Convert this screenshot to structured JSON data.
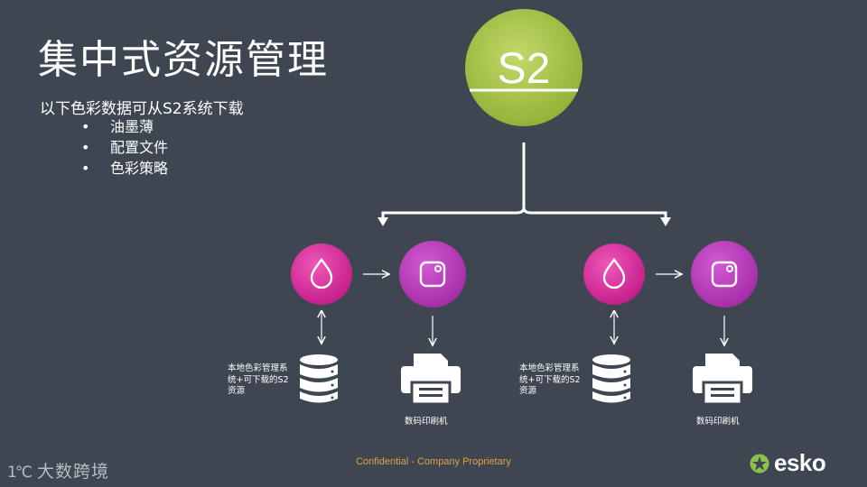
{
  "slide": {
    "title": "集中式资源管理",
    "intro": "以下色彩数据可从S2系统下载",
    "bullets": [
      {
        "marker": "•",
        "text": "油墨薄"
      },
      {
        "marker": "•",
        "text": "配置文件"
      },
      {
        "marker": "•",
        "text": "色彩策略"
      }
    ]
  },
  "diagram": {
    "server_label": "S2",
    "server_color": "#a6c444",
    "node_color": "#d62a9a",
    "left": {
      "db_caption": [
        "本地色彩管理系",
        "统+可下载的S2",
        "资源"
      ],
      "printer_caption": "数码印刷机"
    },
    "right": {
      "db_caption": [
        "本地色彩管理系",
        "统+可下载的S2",
        "资源"
      ],
      "printer_caption": "数码印刷机"
    }
  },
  "footer": {
    "confidential": "Confidential - Company Proprietary"
  },
  "watermark": {
    "text": "大数跨境"
  },
  "logo": {
    "text": "esko"
  }
}
